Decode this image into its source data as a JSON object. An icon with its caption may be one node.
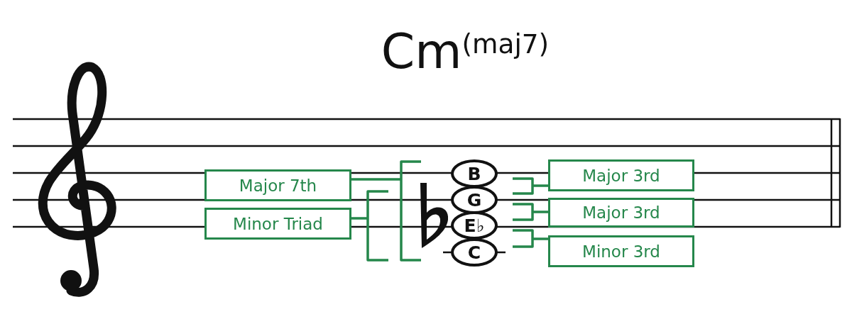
{
  "diagram": {
    "title": "Cm$^{(maj7)}$",
    "nodes": [
      {
        "text": [
          "Major 7th"
        ]
      },
      {
        "text": [
          "Minor Triad"
        ]
      },
      {
        "text": [
          "B"
        ]
      },
      {
        "text": [
          "G"
        ]
      },
      {
        "text": [
          "E♭"
        ]
      },
      {
        "text": [
          "C"
        ]
      },
      {
        "text": [
          "Major 3rd"
        ]
      },
      {
        "text": [
          "Major 3rd"
        ]
      },
      {
        "text": [
          "Minor 3rd"
        ]
      }
    ]
  }
}
